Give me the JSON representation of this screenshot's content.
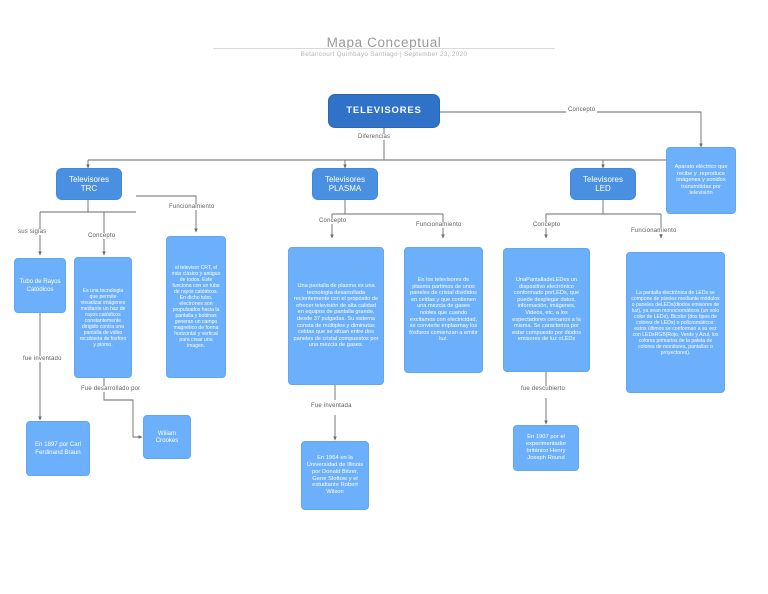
{
  "header": {
    "title": "Mapa Conceptual",
    "subtitle": "Betancourt Quimbayo Santiago  |  September 23, 2020"
  },
  "colors": {
    "root": "#2f72c8",
    "branch": "#4a90e2",
    "leaf": "#6cb0fb",
    "edge": "#6a6a6a",
    "title_text": "#9a9a9a",
    "subtitle_text": "#b4b4b4",
    "label_text": "#5b5b5b"
  },
  "map": {
    "root": {
      "label": "TELEVISORES"
    },
    "edge_labels": {
      "concepto_root": "Concepto",
      "diferencias": "Diferencias",
      "trc_siglas": "sus siglas",
      "trc_concepto": "Concepto",
      "trc_funcionamiento": "Funcionamiento",
      "trc_inventado": "fue inventado",
      "trc_desarrollado": "Fue desarrollado por",
      "plasma_concepto": "Concepto",
      "plasma_funcionamiento": "Funcionamiento",
      "plasma_inventada": "Fue inventada",
      "led_concepto": "Concepto",
      "led_funcionamiento": "Funcionamiento",
      "led_descubierto": "fue descubierto"
    },
    "nodes": {
      "definicion": "Aparato eléctrico que recibe y .reproduce imágenes y sonidos transmitidas por televisión",
      "trc": "Televisores TRC",
      "plasma": "Televisores PLASMA",
      "led": "Televisores LED",
      "trc_siglas": "Tubo de Rayos Catódicos",
      "trc_concepto": "Es una tecnologia que permite visualizar imágenes mediante un haz de rayos catódicos constantemente dirigido contra una pantalla de vidrio recubierta de fosforo y plomo.",
      "trc_funcionamiento": "el televisor CRT, el más clásico y antiguo de todos. Este funciona con un tubo de rayos catódicos. En dicho tubo, electrones son propulsados hacia la pantalla y bobinas generan un campo magnético de forma horizontal y vertical para crear una imagen.",
      "trc_inventor": "En 1897 por Carl Ferdinand Braun",
      "trc_desarrollador": "Wiliam Crookes",
      "plasma_concepto": "Una pantalla de plasma es una tecnología desarrollada recientemente con el propósito de ofrecer televisión de alta calidad en equipos de pantalla grande, desde 37 pulgadas. Su sistema consta de múltiples y diminutas celdas que se sitúan entre dos paneles de cristal compuestos por una mezcla de gases.",
      "plasma_funcionamiento": "En los televisores de plasma partimos de unos paneles de cristal divididos en celdas y que contienen una mezcla de gases nobles que cuando excitamos con electricidad, se convierte enplasmay los fósforos comienzan a emitir luz.",
      "plasma_inventores": "En 1964 en la Universidad de Illinois por Donald Bitzer, Gene Slottow y el estudiante Robert Wilson",
      "led_concepto": "UnaPantalladeLEDes un dispositivo electrónico conformado porLEDs, que puede desplegar datos, información, imágenes, Videos, etc. a los espectadores cercanos a la misma. Se caracteriza por estar compuesto por diodos emisores de luz oLEDs",
      "led_funcionamiento": "La pantalla electrónica de LEDs se compone de pixeles mediante módulos o paneles deLEDs(diodos emisores de luz), ya sean monocromáticos (un solo color de LEDs), Bicolor (dos tipos de colores de LEDs) o policromáticos: estos últimos se conforman a su vez con LEDsRGB(Rojo, Verde y Azul, los colores primarios de la paleta de colores de monitores, pantallas o proyectores).",
      "led_descubridor": "En 1907 por el experimentador británico Henry Joseph Round"
    }
  }
}
